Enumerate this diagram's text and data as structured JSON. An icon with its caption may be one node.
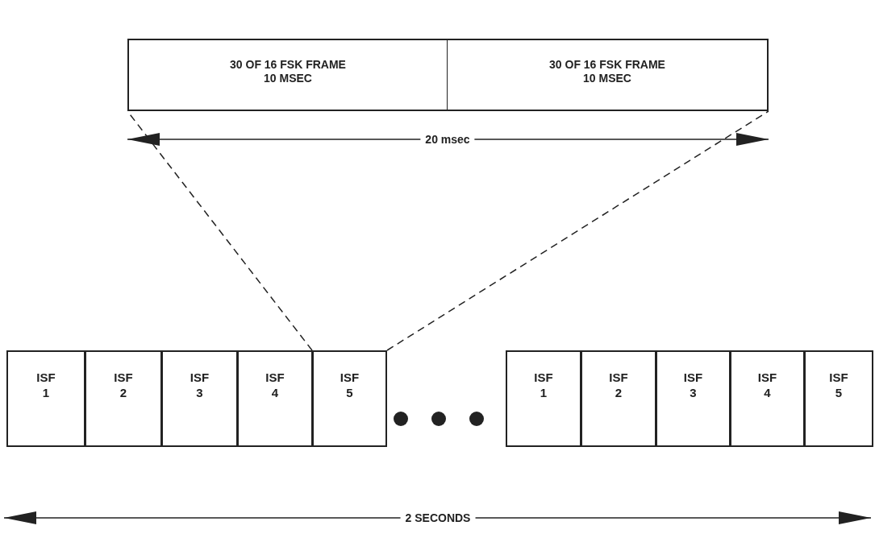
{
  "diagram": {
    "nodes": [
      {
        "text": [
          "30 OF 16 FSK FRAME",
          "10 MSEC"
        ]
      },
      {
        "text": [
          "30 OF 16 FSK FRAME",
          "10 MSEC"
        ]
      },
      {
        "text": [
          "ISF 1"
        ]
      },
      {
        "text": [
          "ISF 2"
        ]
      },
      {
        "text": [
          "ISF 3"
        ]
      },
      {
        "text": [
          "ISF 4"
        ]
      },
      {
        "text": [
          "ISF 5"
        ]
      },
      {
        "text": [
          "ISF 1"
        ]
      },
      {
        "text": [
          "ISF 2"
        ]
      },
      {
        "text": [
          "ISF 3"
        ]
      },
      {
        "text": [
          "ISF 4"
        ]
      },
      {
        "text": [
          "ISF 5"
        ]
      }
    ],
    "edges": [
      {
        "from": 6,
        "to": 0,
        "arrow": "none",
        "style": "dashed"
      },
      {
        "from": 6,
        "to": 1,
        "arrow": "none",
        "style": "dashed"
      }
    ],
    "labels": [
      "20 msec",
      "2 SECONDS"
    ]
  }
}
